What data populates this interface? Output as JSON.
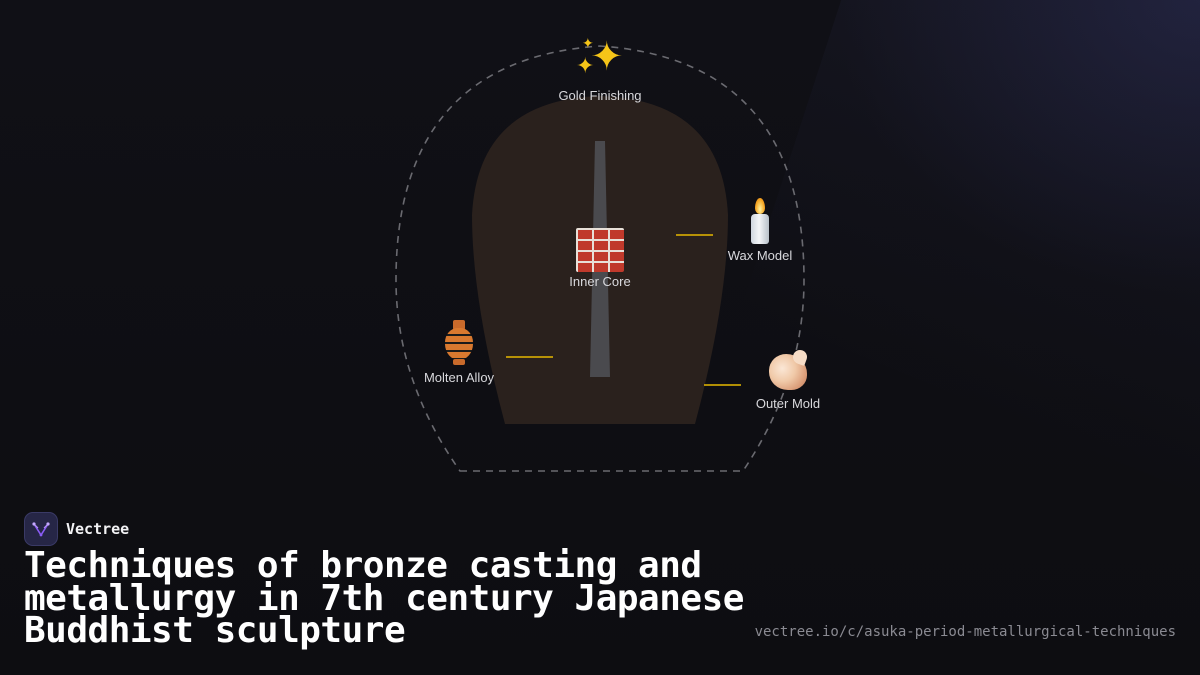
{
  "diagram": {
    "nodes": [
      {
        "id": "gold",
        "label": "Gold Finishing",
        "icon": "sparkles-icon"
      },
      {
        "id": "core",
        "label": "Inner Core",
        "icon": "brick-icon"
      },
      {
        "id": "wax",
        "label": "Wax Model",
        "icon": "candle-icon"
      },
      {
        "id": "alloy",
        "label": "Molten Alloy",
        "icon": "amphora-icon"
      },
      {
        "id": "mold",
        "label": "Outer Mold",
        "icon": "shell-icon"
      }
    ],
    "colors": {
      "outline_dash": "#6a6a70",
      "mold_fill": "#2a211d",
      "core_bar": "#4a4a4e",
      "connector": "#e6b800"
    }
  },
  "brand": {
    "name": "Vectree",
    "logo_icon": "vectree-logo-icon",
    "accent": "#8b5cf6"
  },
  "title": "Techniques of bronze casting and metallurgy in 7th century Japanese Buddhist sculpture",
  "url": "vectree.io/c/asuka-period-metallurgical-techniques"
}
